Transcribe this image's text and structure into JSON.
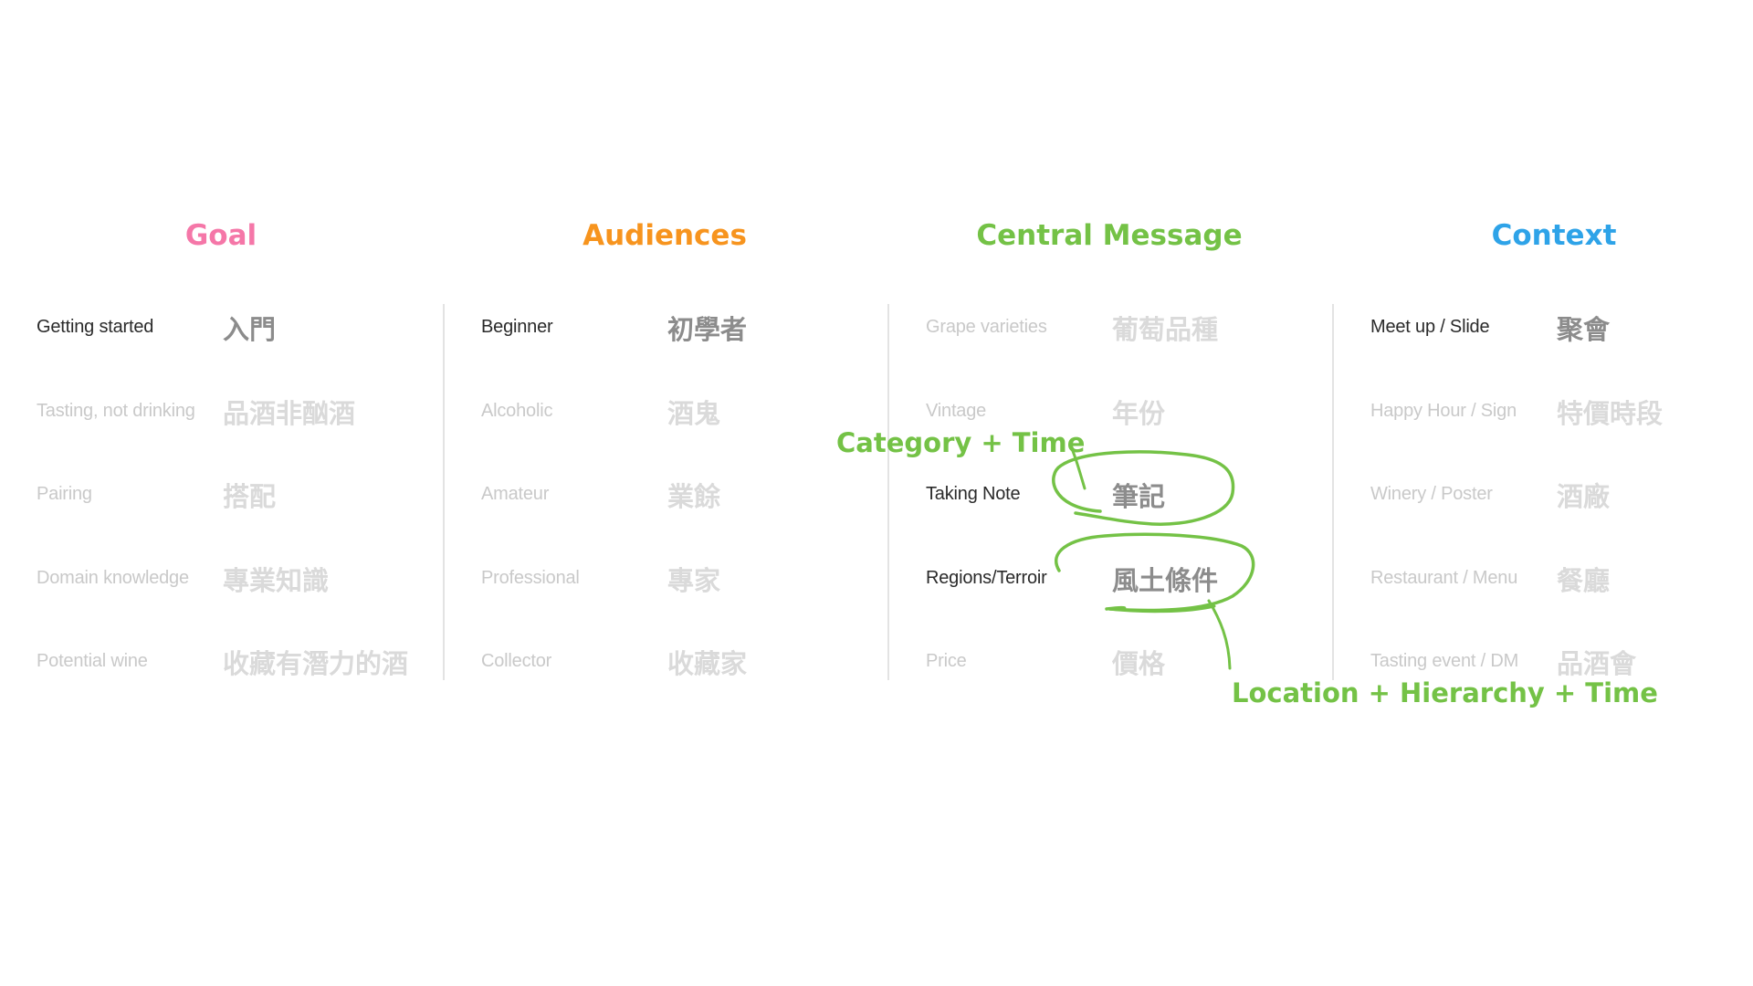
{
  "colors": {
    "goal": "#f577a8",
    "audiences": "#f7941e",
    "central": "#74c246",
    "context": "#2ea3e8",
    "annotation": "#74c246"
  },
  "columns": [
    {
      "title": "Goal",
      "items": [
        {
          "en": "Getting started",
          "zh": "入門",
          "active": true
        },
        {
          "en": "Tasting, not drinking",
          "zh": "品酒非酗酒",
          "active": false
        },
        {
          "en": "Pairing",
          "zh": "搭配",
          "active": false
        },
        {
          "en": "Domain knowledge",
          "zh": "專業知識",
          "active": false
        },
        {
          "en": "Potential wine",
          "zh": "收藏有潛力的酒",
          "active": false
        }
      ]
    },
    {
      "title": "Audiences",
      "items": [
        {
          "en": "Beginner",
          "zh": "初學者",
          "active": true
        },
        {
          "en": "Alcoholic",
          "zh": "酒鬼",
          "active": false
        },
        {
          "en": "Amateur",
          "zh": "業餘",
          "active": false
        },
        {
          "en": "Professional",
          "zh": "專家",
          "active": false
        },
        {
          "en": "Collector",
          "zh": "收藏家",
          "active": false
        }
      ]
    },
    {
      "title": "Central Message",
      "items": [
        {
          "en": "Grape varieties",
          "zh": "葡萄品種",
          "active": false
        },
        {
          "en": "Vintage",
          "zh": "年份",
          "active": false
        },
        {
          "en": "Taking Note",
          "zh": "筆記",
          "active": true
        },
        {
          "en": "Regions/Terroir",
          "zh": "風土條件",
          "active": true
        },
        {
          "en": "Price",
          "zh": "價格",
          "active": false
        }
      ]
    },
    {
      "title": "Context",
      "items": [
        {
          "en": "Meet up / Slide",
          "zh": "聚會",
          "active": true
        },
        {
          "en": "Happy Hour / Sign",
          "zh": "特價時段",
          "active": false
        },
        {
          "en": "Winery / Poster",
          "zh": "酒廠",
          "active": false
        },
        {
          "en": "Restaurant / Menu",
          "zh": "餐廳",
          "active": false
        },
        {
          "en": "Tasting event / DM",
          "zh": "品酒會",
          "active": false
        }
      ]
    }
  ],
  "annotations": {
    "category_time": "Category + Time",
    "location_hierarchy_time": "Location + Hierarchy + Time"
  }
}
